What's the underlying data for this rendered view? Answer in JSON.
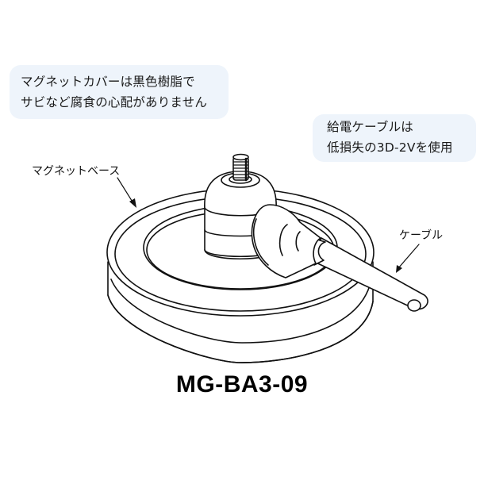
{
  "callouts": {
    "cover": {
      "lines": [
        "マグネットカバーは黒色樹脂で",
        "サビなど腐食の心配がありません"
      ],
      "background": "#eef4fb"
    },
    "cable_spec": {
      "lines": [
        "給電ケーブルは",
        "低損失の3D-2Vを使用"
      ],
      "background": "#eef4fb"
    }
  },
  "labels": {
    "magnet_base": "マグネットベース",
    "cable": "ケーブル"
  },
  "product": {
    "model": "MG-BA3-09"
  },
  "illustration": {
    "subject": "magnet-antenna-base-with-cable",
    "line_color": "#111111",
    "fill_color": "#ffffff"
  }
}
